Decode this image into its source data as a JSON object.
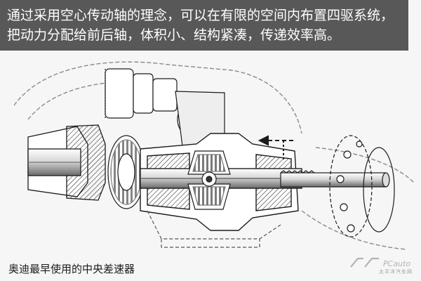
{
  "caption": {
    "lines": [
      "通过采用空心传动轴的理念，可以在有限的空间内布置四驱系统，",
      "把动力分配给前后轴，体积小、结构紧凑，传递效率高。"
    ]
  },
  "sub_caption": "奥迪最早使用的中央差速器",
  "watermark": {
    "brand": "PCauto",
    "tagline": "太平洋汽车网"
  },
  "colors": {
    "ink": "#1c1c1c",
    "caption_bg": "#3e3e3e",
    "caption_text": "#ffffff",
    "paper": "#f6f6f6"
  }
}
